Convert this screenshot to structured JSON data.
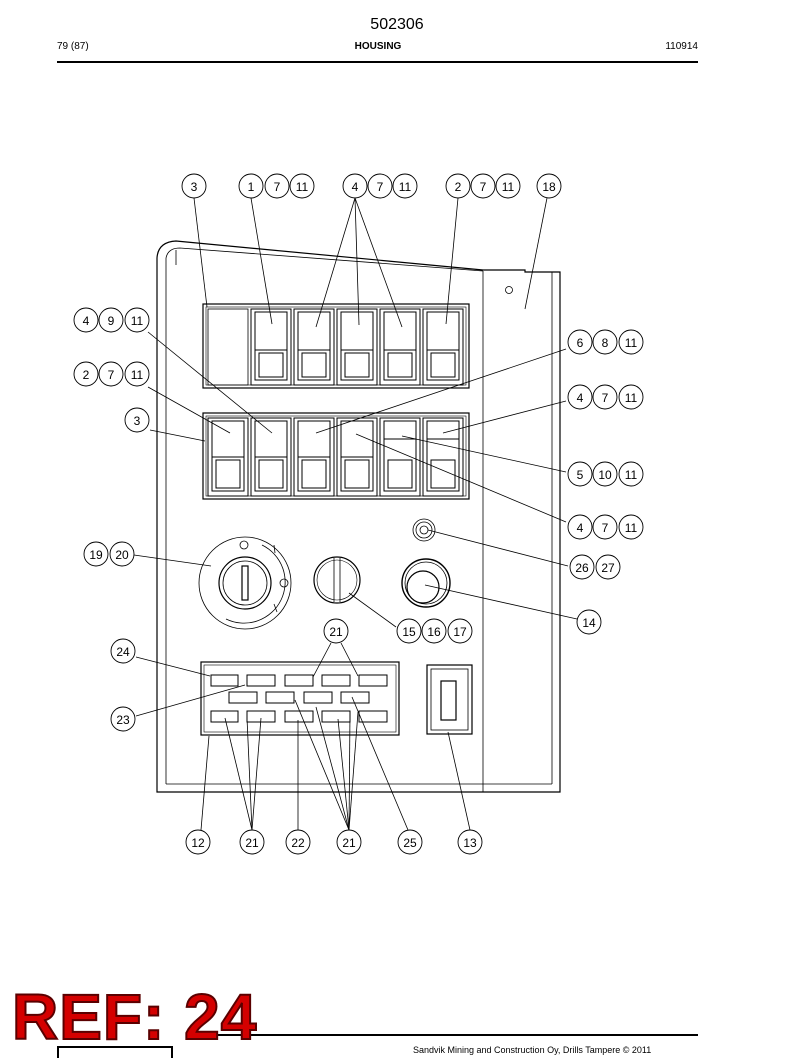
{
  "header": {
    "doc_number": "502306",
    "page": "79 (87)",
    "title": "HOUSING",
    "date": "110914"
  },
  "footer": {
    "copyright": "Sandvik Mining and Construction Oy, Drills Tampere © 2011"
  },
  "stamp": {
    "text": "REF: 24",
    "color": "#d40000"
  },
  "callouts": {
    "top_row": [
      "3",
      "1",
      "7",
      "11",
      "4",
      "7",
      "11",
      "2",
      "7",
      "11",
      "18"
    ],
    "left_col": [
      "4",
      "9",
      "11",
      "2",
      "7",
      "11",
      "3",
      "19",
      "20",
      "24",
      "23"
    ],
    "right_col": [
      "6",
      "8",
      "11",
      "4",
      "7",
      "11",
      "5",
      "10",
      "11",
      "4",
      "7",
      "11",
      "26",
      "27",
      "14"
    ],
    "middle": [
      "21",
      "15",
      "16",
      "17"
    ],
    "bottom_row": [
      "12",
      "21",
      "22",
      "21",
      "25",
      "13"
    ]
  },
  "icons": {
    "key_switch": "key-switch-icon",
    "rotary_knob": "rotary-knob-icon",
    "push_button": "push-button-icon",
    "indicator_lamp": "indicator-lamp-icon"
  }
}
